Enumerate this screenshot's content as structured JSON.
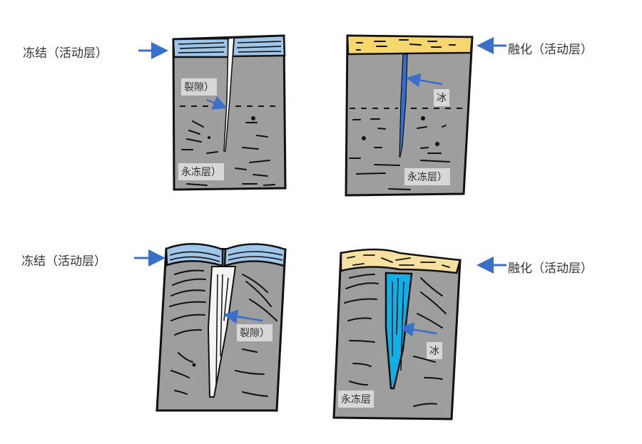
{
  "colors": {
    "frozen_layer": "#9fc5e8",
    "thawed_layer_top": "#f5d76e",
    "thawed_layer_bottom": "#f7e0a0",
    "ground": "#9e9e9e",
    "ice_thin": "#2f6fd0",
    "ice_wedge": "#12aee6",
    "arrow": "#3a6fc8",
    "outline": "#111111"
  },
  "panels": [
    {
      "id": "top-left",
      "state_label": "冻结（活动层）",
      "crack_label": "裂隙）",
      "permafrost_label": "永冻层）"
    },
    {
      "id": "top-right",
      "state_label": "融化（活动层）",
      "ice_label": "冰",
      "permafrost_label": "永冻层）"
    },
    {
      "id": "bottom-left",
      "state_label": "冻结（活动层）",
      "crack_label": "裂隙）"
    },
    {
      "id": "bottom-right",
      "state_label": "融化（活动层）",
      "ice_label": "冰",
      "permafrost_label": "永冻层"
    }
  ]
}
